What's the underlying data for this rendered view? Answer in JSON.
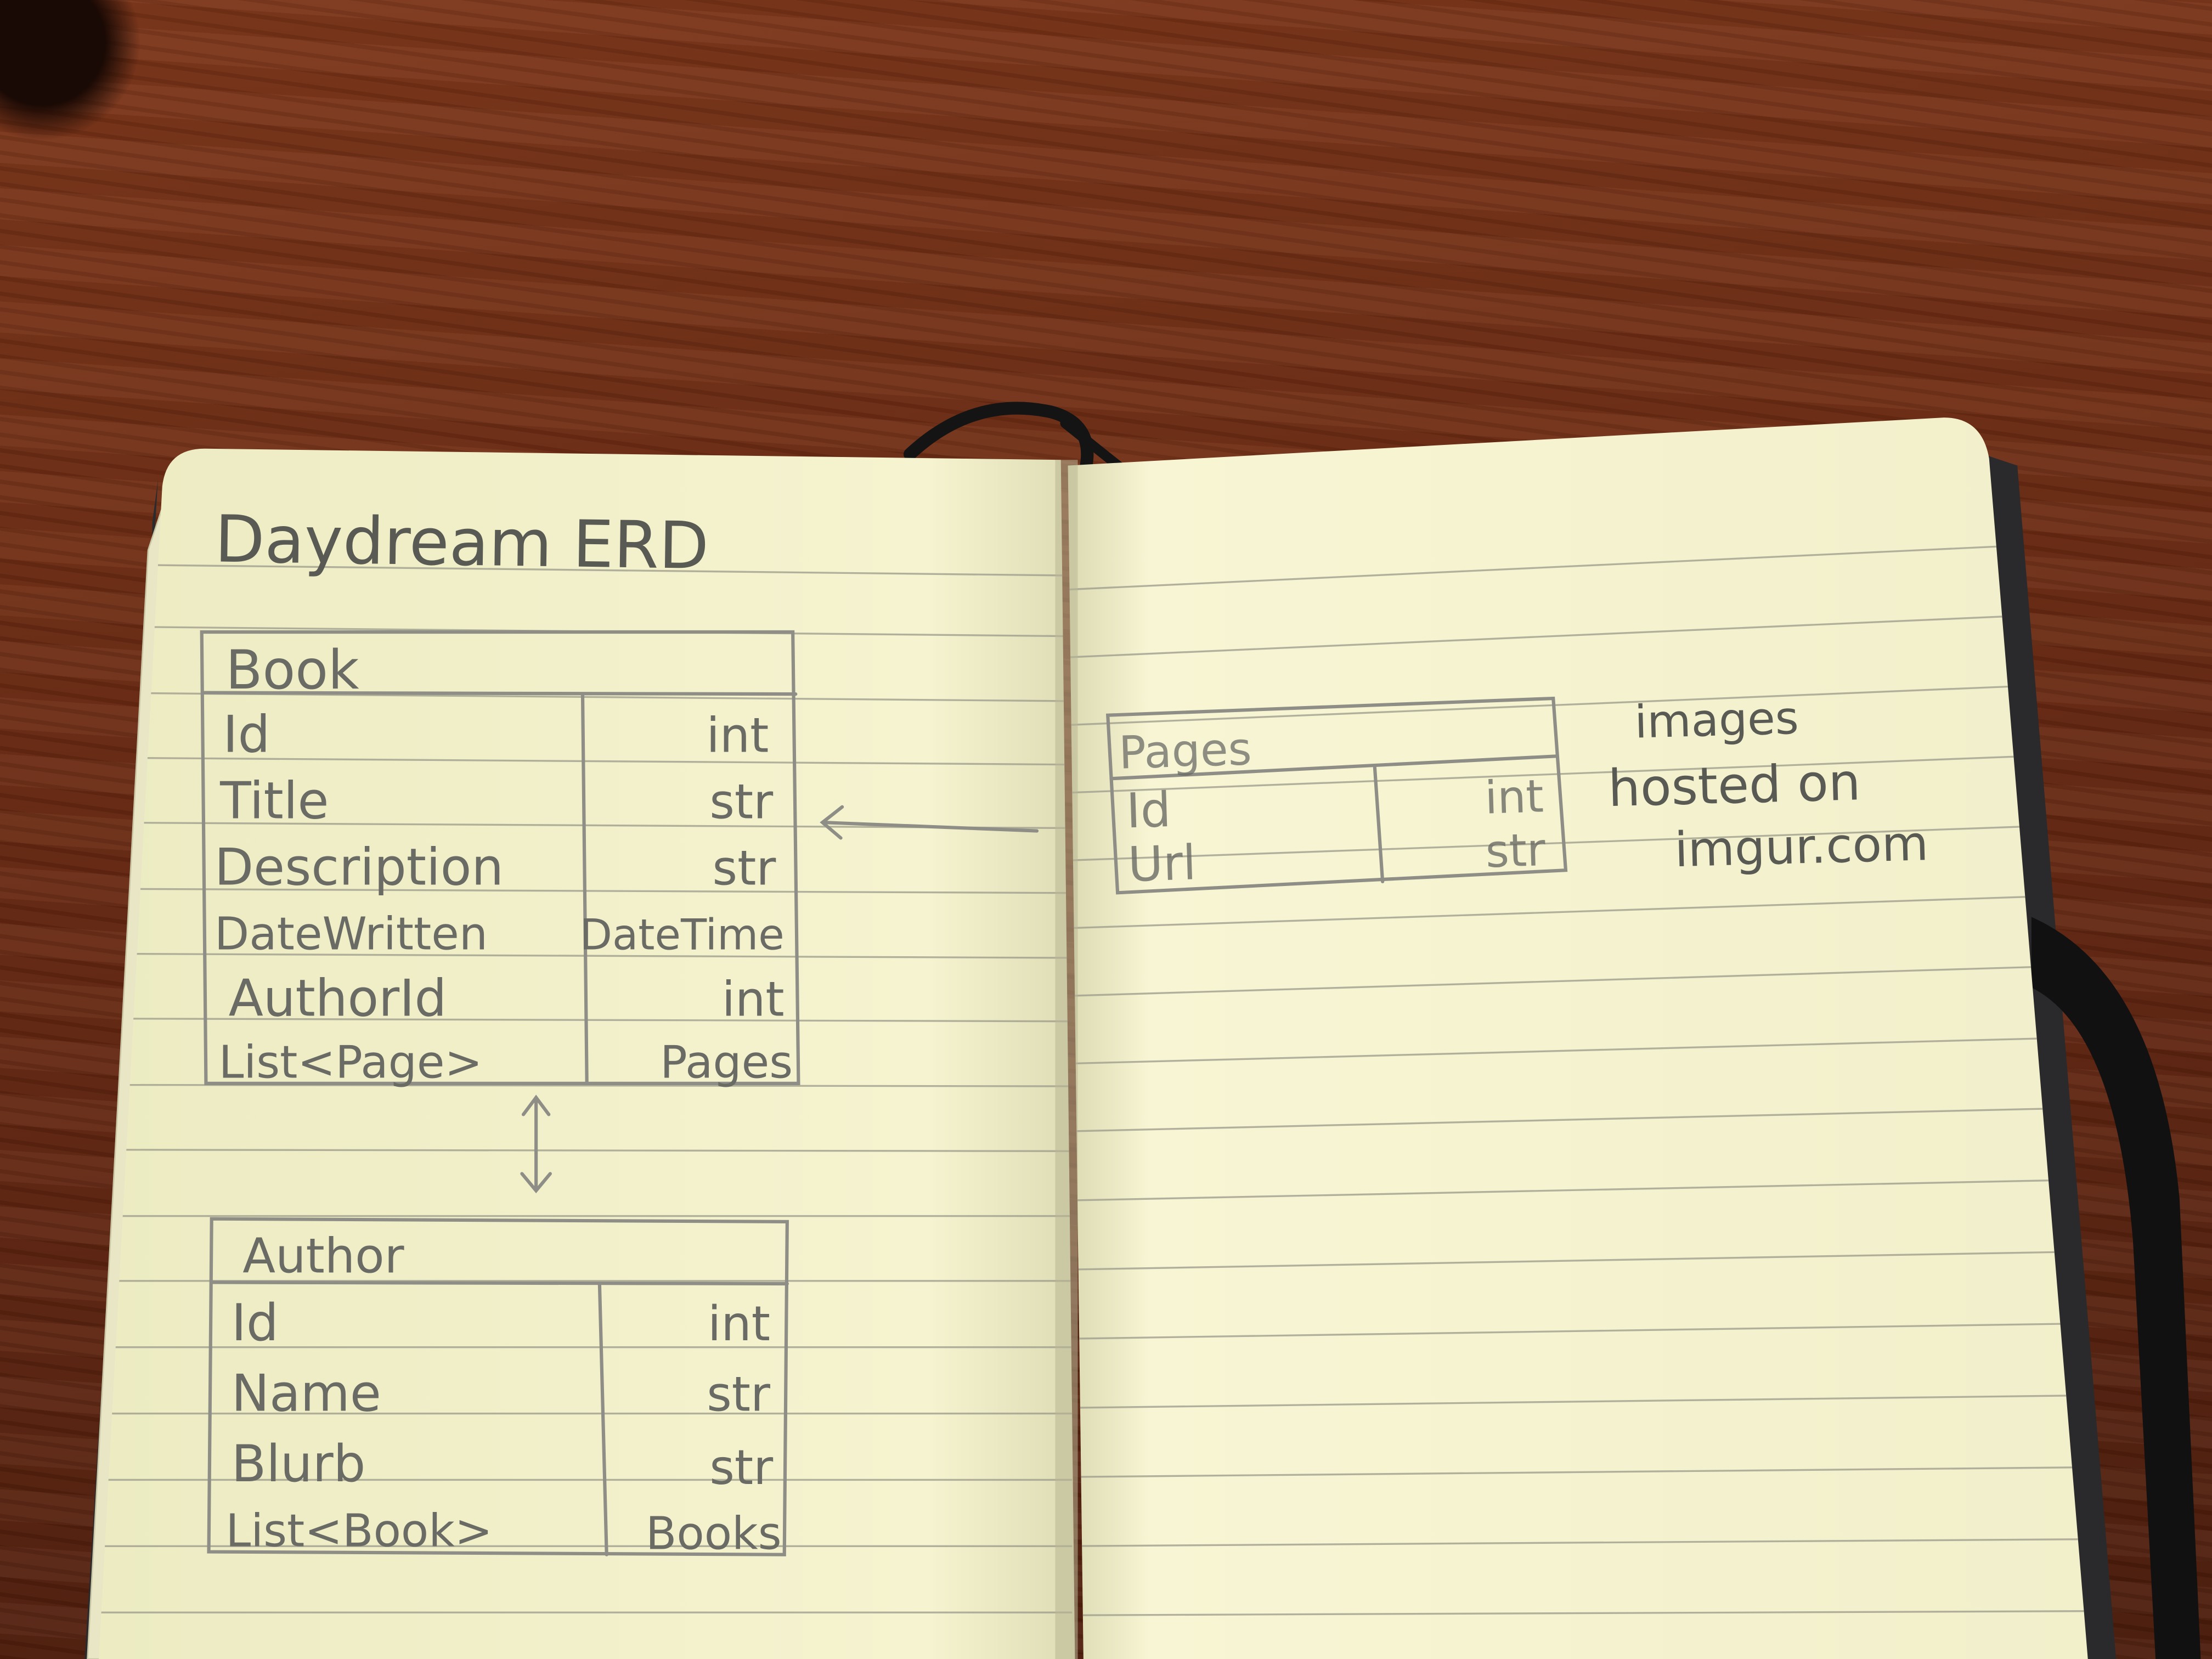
{
  "title": "Daydream ERD",
  "entities": {
    "book": {
      "name": "Book",
      "fields": [
        {
          "name": "Id",
          "type": "int"
        },
        {
          "name": "Title",
          "type": "str"
        },
        {
          "name": "Description",
          "type": "str"
        },
        {
          "name": "DateWritten",
          "type": "DateTime"
        },
        {
          "name": "AuthorId",
          "type": "int"
        },
        {
          "name": "List<Page>",
          "type": "Pages"
        }
      ]
    },
    "author": {
      "name": "Author",
      "fields": [
        {
          "name": "Id",
          "type": "int"
        },
        {
          "name": "Name",
          "type": "str"
        },
        {
          "name": "Blurb",
          "type": "str"
        },
        {
          "name": "List<Book>",
          "type": "Books"
        }
      ]
    },
    "pages": {
      "name": "Pages",
      "fields": [
        {
          "name": "Id",
          "type": "int"
        },
        {
          "name": "Url",
          "type": "str"
        }
      ]
    }
  },
  "note": [
    "images",
    "hosted on",
    "imgur.com"
  ],
  "relationships": [
    {
      "from": "Pages",
      "to": "Book",
      "kind": "single-arrow"
    },
    {
      "from": "Book",
      "to": "Author",
      "kind": "double-arrow"
    }
  ]
}
